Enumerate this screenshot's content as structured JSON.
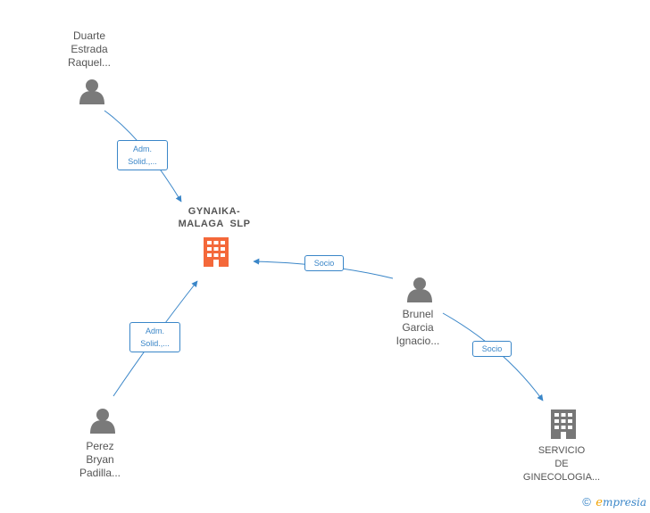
{
  "nodes": {
    "duarte": {
      "lines": [
        "Duarte",
        "Estrada",
        "Raquel..."
      ],
      "icon": "person-icon"
    },
    "perez": {
      "lines": [
        "Perez",
        "Bryan",
        "Padilla..."
      ],
      "icon": "person-icon"
    },
    "brunel": {
      "lines": [
        "Brunel",
        "Garcia",
        "Ignacio..."
      ],
      "icon": "person-icon"
    },
    "gynaika": {
      "lines": [
        "GYNAIKA-",
        "MALAGA  SLP"
      ],
      "icon": "building-icon",
      "color": "#f4683a"
    },
    "servicio": {
      "lines": [
        "SERVICIO",
        "DE",
        "GINECOLOGIA..."
      ],
      "icon": "building-icon",
      "color": "#777777"
    }
  },
  "edges": {
    "duarte_gynaika": {
      "lines": [
        "Adm.",
        "Solid.,..."
      ]
    },
    "perez_gynaika": {
      "lines": [
        "Adm.",
        "Solid.,..."
      ]
    },
    "brunel_gynaika": {
      "lines": [
        "Socio"
      ]
    },
    "brunel_servicio": {
      "lines": [
        "Socio"
      ]
    }
  },
  "colors": {
    "edge": "#3a86c8",
    "person": "#7a7a7a",
    "text": "#555555"
  },
  "footer": {
    "copyright": "©",
    "brand_initial": "e",
    "brand_rest": "mpresia"
  }
}
